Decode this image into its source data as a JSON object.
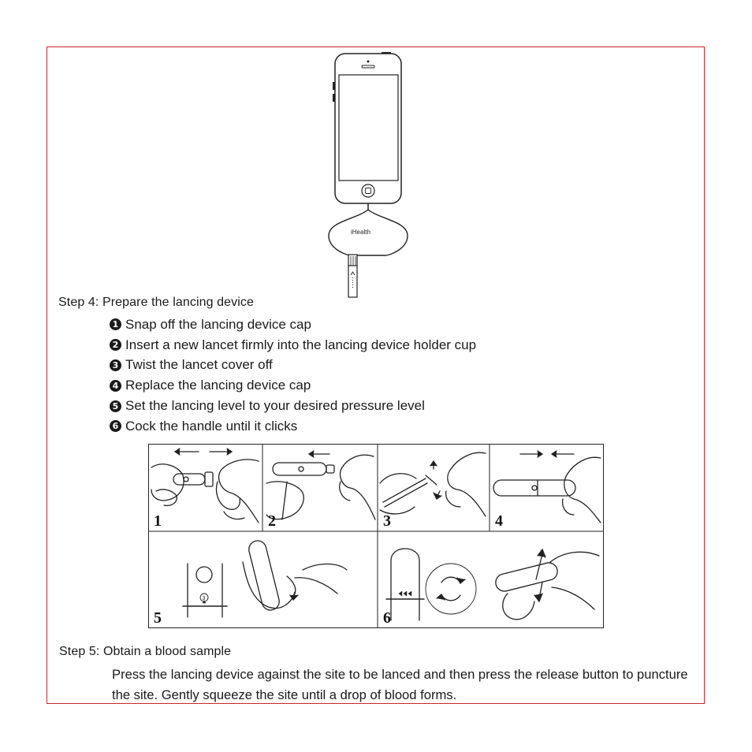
{
  "device_label": "iHealth",
  "step4": {
    "title": "Step 4: Prepare the lancing device",
    "items": [
      {
        "num": "1",
        "text": "Snap off the lancing device cap"
      },
      {
        "num": "2",
        "text": "Insert a new lancet firmly into the lancing device holder cup"
      },
      {
        "num": "3",
        "text": "Twist the lancet cover off"
      },
      {
        "num": "4",
        "text": "Replace the lancing device cap"
      },
      {
        "num": "5",
        "text": "Set the lancing level to your desired pressure level"
      },
      {
        "num": "6",
        "text": "Cock the handle until it clicks"
      }
    ]
  },
  "figure": {
    "panel_numbers": [
      "1",
      "2",
      "3",
      "4",
      "5",
      "6"
    ],
    "dial_level": "3"
  },
  "step5": {
    "title": "Step 5: Obtain a blood sample",
    "text": "Press the lancing device against the site to be lanced and then press the release button to puncture the site. Gently squeeze the site until a drop of blood forms."
  },
  "colors": {
    "border": "#c8262b",
    "ink": "#1a1a1a"
  }
}
